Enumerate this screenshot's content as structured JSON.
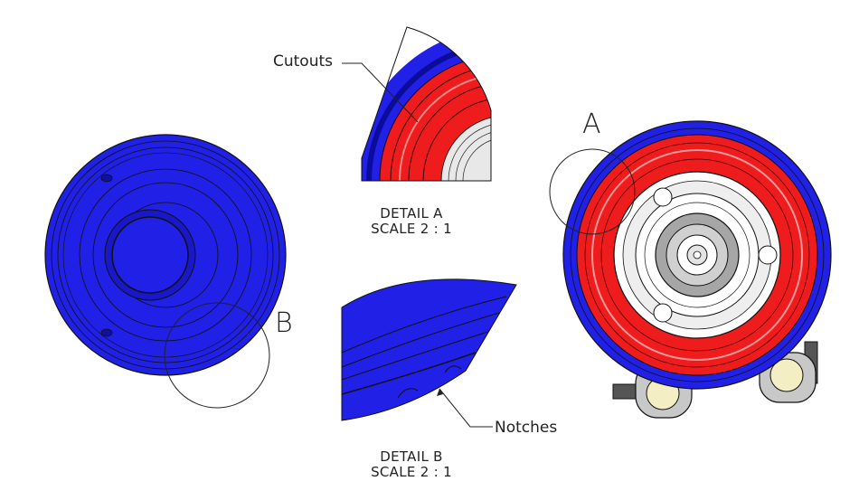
{
  "labels": {
    "cutouts": "Cutouts",
    "notches": "Notches",
    "letter_a": "A",
    "letter_b": "B"
  },
  "details": {
    "a": {
      "title": "DETAIL A",
      "scale": "SCALE 2 : 1"
    },
    "b": {
      "title": "DETAIL B",
      "scale": "SCALE 2 : 1"
    }
  },
  "colors": {
    "blue": "#2020e6",
    "blue_dark": "#0c0c9a",
    "red": "#ee1c1c",
    "light_gray": "#e8e8e8",
    "mid_gray": "#a6a6a6",
    "cream": "#f4eec4",
    "line": "#222222"
  }
}
